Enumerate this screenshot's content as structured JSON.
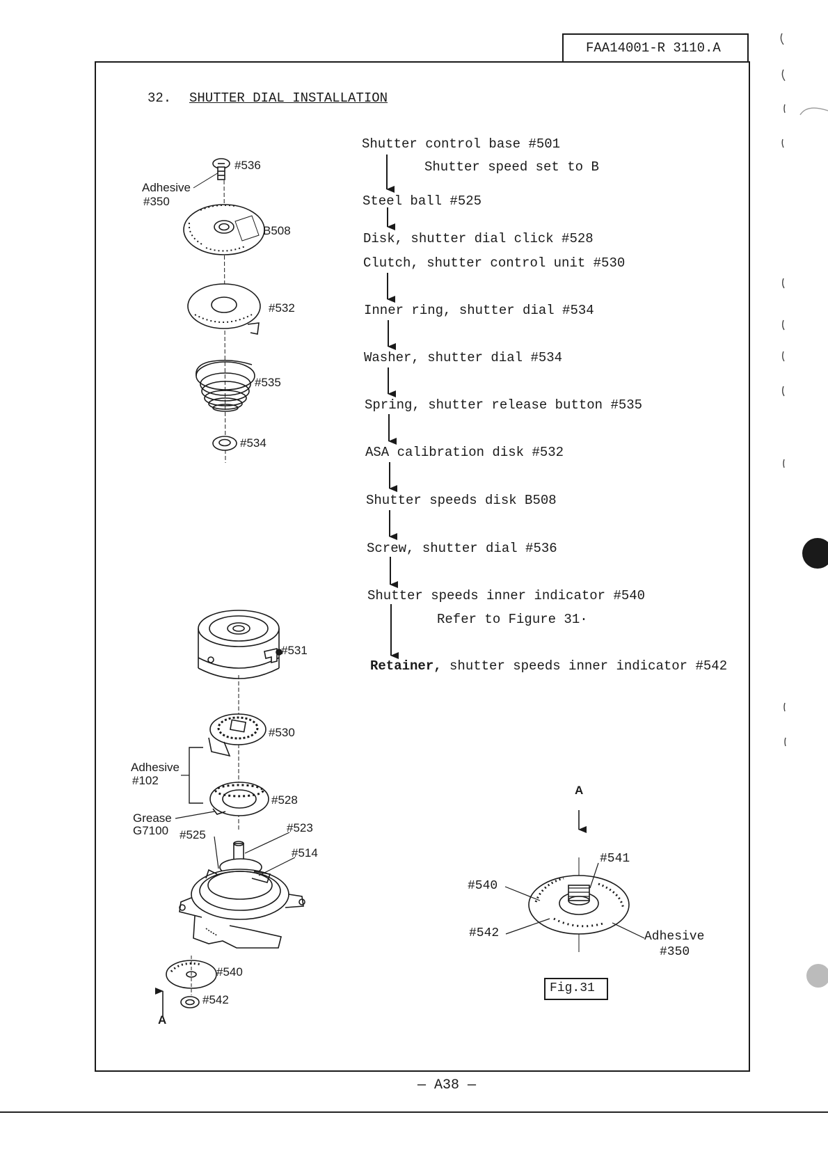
{
  "header": {
    "doc_id": "FAA14001-R 3110.A"
  },
  "section": {
    "number": "32.",
    "title": "SHUTTER DIAL INSTALLATION"
  },
  "procedure": {
    "steps": [
      "Shutter control base #501",
      "Steel ball #525",
      "Disk, shutter dial click #528",
      "Clutch, shutter control unit #530",
      "Inner ring, shutter dial #534",
      "Washer, shutter dial #534",
      "Spring, shutter release button #535",
      "ASA calibration disk #532",
      "Shutter speeds disk B508",
      "Screw, shutter dial #536",
      "Shutter speeds inner indicator #540",
      "shutter speeds inner indicator #542"
    ],
    "last_step_bold": "Retainer,",
    "notes": [
      "Shutter speed set to B",
      "Refer to Figure 31·"
    ]
  },
  "upper_figure": {
    "labels": {
      "p536": "#536",
      "adhesive": "Adhesive",
      "adhesive_no": "#350",
      "b508": "B508",
      "p532": "#532",
      "p535": "#535",
      "p534": "#534"
    }
  },
  "lower_figure": {
    "labels": {
      "p531": "#531",
      "p530": "#530",
      "adhesive": "Adhesive",
      "adhesive_no": "#102",
      "p528": "#528",
      "grease": "Grease",
      "grease_no": "G7100",
      "p525": "#525",
      "p523": "#523",
      "p514": "#514",
      "p540": "#540",
      "p542": "#542",
      "view_a": "A"
    }
  },
  "figure31": {
    "view_a": "A",
    "p541": "#541",
    "p540": "#540",
    "p542": "#542",
    "adhesive": "Adhesive",
    "adhesive_no": "#350",
    "caption": "Fig.31"
  },
  "footer": {
    "page_number": "— A38 —"
  }
}
